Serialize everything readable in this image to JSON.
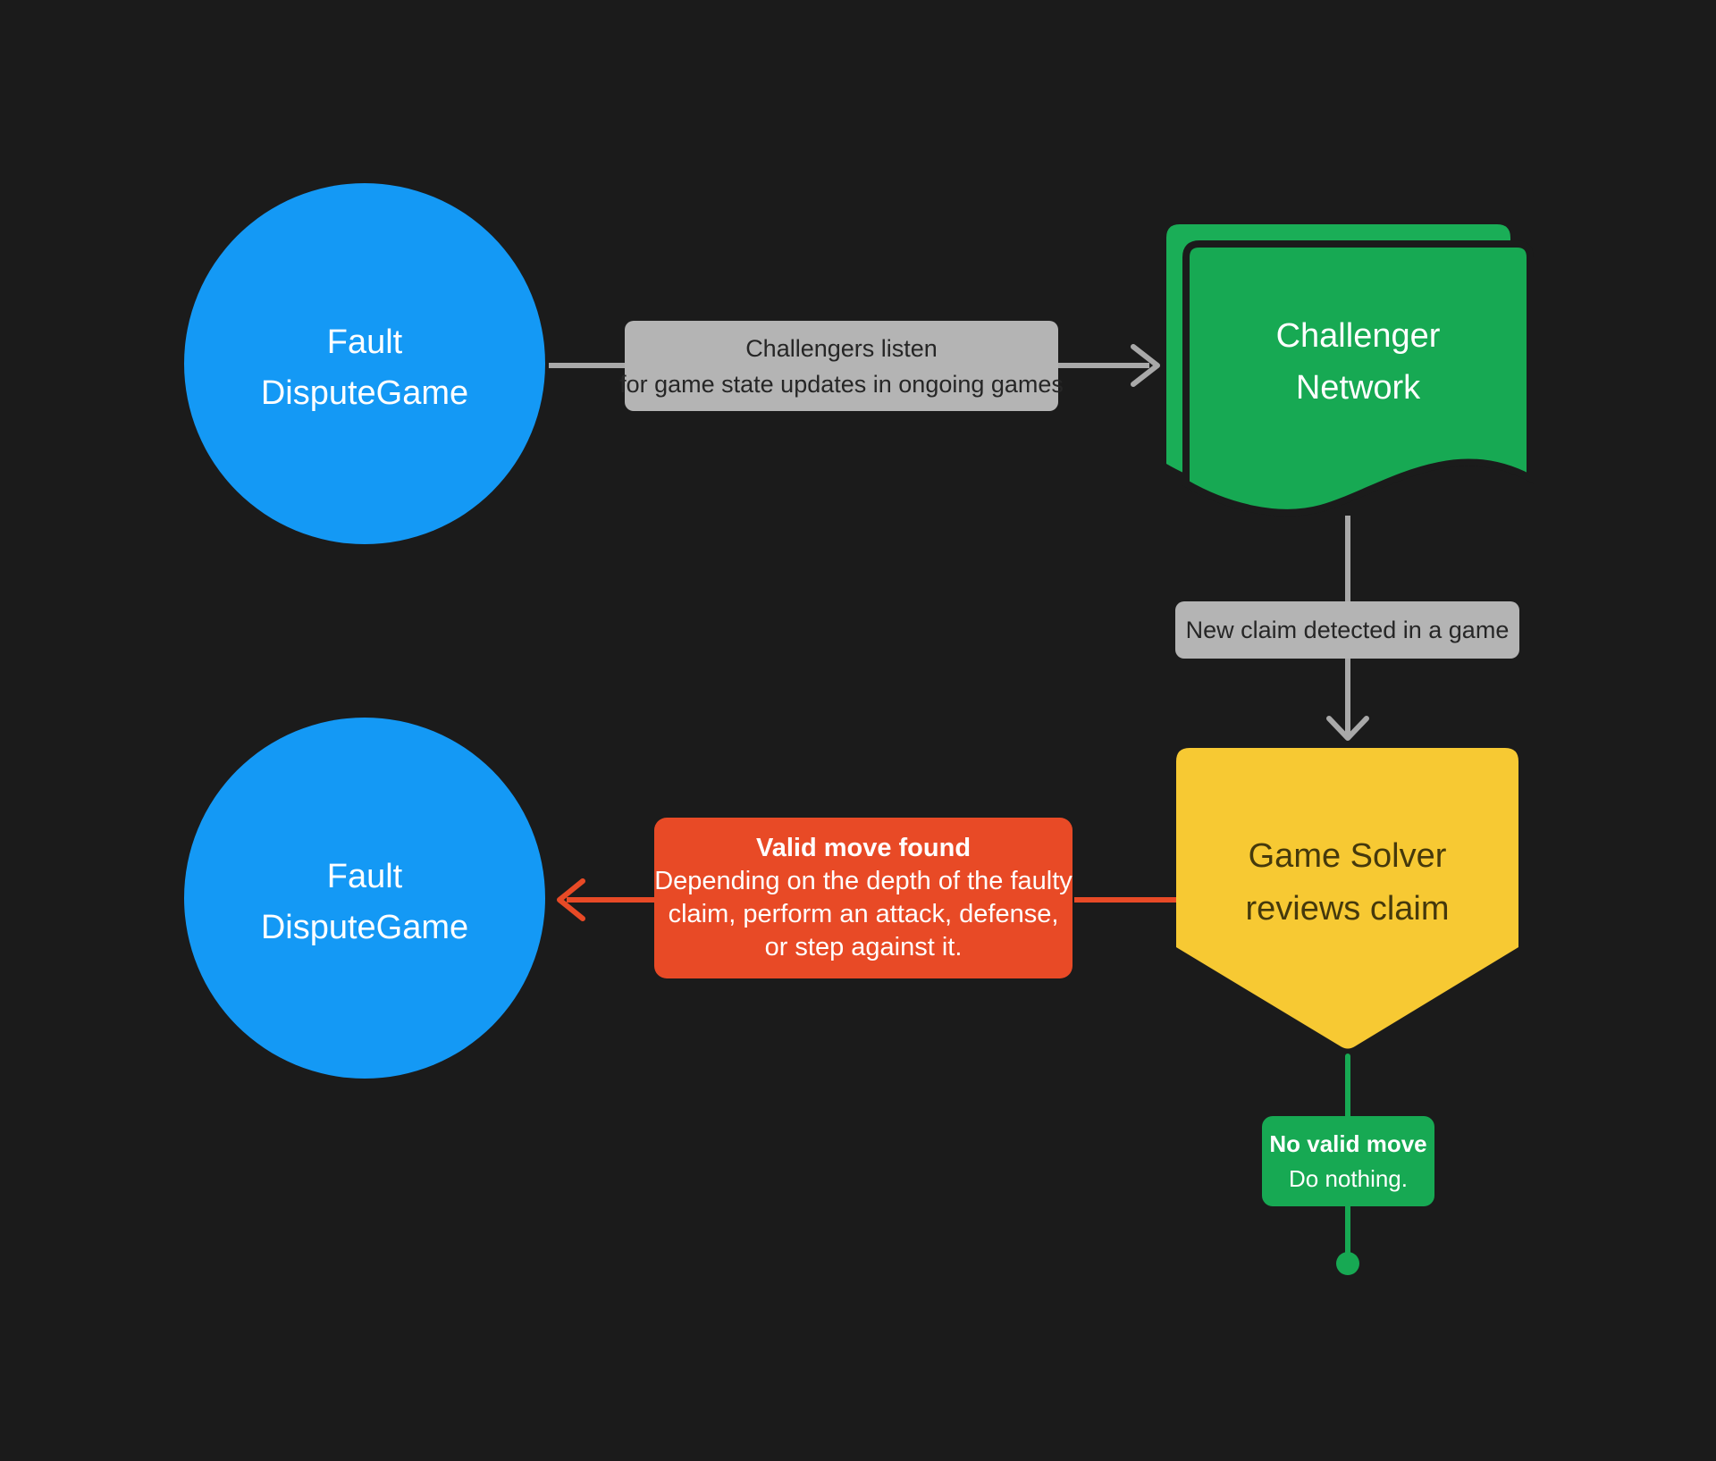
{
  "colors": {
    "background": "#1b1b1b",
    "node_blue": "#1499f5",
    "node_green": "#17a953",
    "node_yellow": "#f7c933",
    "callout_red": "#e84a26",
    "edge_label_gray": "#b4b4b4",
    "connector_gray": "#a9a9a9",
    "edge_label_text": "#262626",
    "yellow_node_text": "#45390c"
  },
  "nodes": {
    "fault_top": {
      "line1": "Fault",
      "line2": "DisputeGame"
    },
    "challenger": {
      "line1": "Challenger",
      "line2": "Network"
    },
    "game_solver": {
      "line1": "Game Solver",
      "line2": "reviews claim"
    },
    "fault_bottom": {
      "line1": "Fault",
      "line2": "DisputeGame"
    }
  },
  "labels": {
    "listen": {
      "line1": "Challengers listen",
      "line2": "for game state updates in ongoing games"
    },
    "new_claim": {
      "text": "New claim detected in a game"
    },
    "valid_move": {
      "title": "Valid move found",
      "body_line1": "Depending on the depth of the faulty",
      "body_line2": "claim, perform an attack, defense,",
      "body_line3": "or step against it."
    },
    "no_valid_move": {
      "title": "No valid move",
      "body": "Do nothing."
    }
  }
}
